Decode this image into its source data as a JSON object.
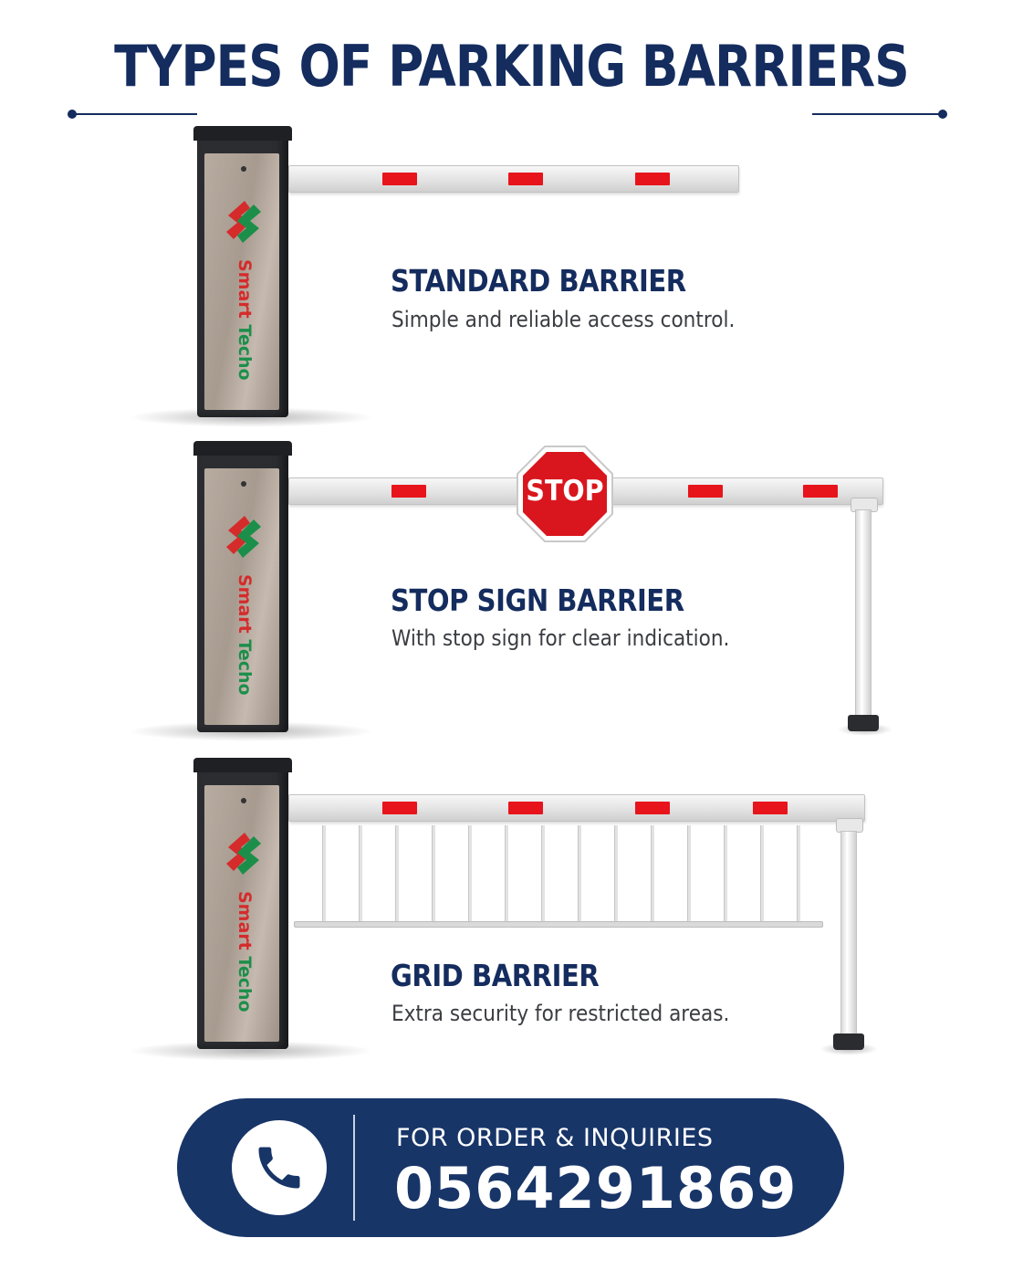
{
  "title": "TYPES OF PARKING BARRIERS",
  "brand": {
    "word1": "Smart",
    "word2": "Techo",
    "red": "#d52b2b",
    "green": "#1b8f4a"
  },
  "barriers": [
    {
      "name": "STANDARD BARRIER",
      "description": "Simple and reliable access control."
    },
    {
      "name": "STOP SIGN BARRIER",
      "description": "With stop sign for clear indication.",
      "sign_text": "STOP"
    },
    {
      "name": "GRID BARRIER",
      "description": "Extra security for restricted areas."
    }
  ],
  "contact": {
    "label": "FOR ORDER & INQUIRIES",
    "phone": "0564291869",
    "icon": "phone-icon"
  },
  "colors": {
    "navy": "#142c5e",
    "reflector": "#e8141b",
    "stop_red": "#d9161d",
    "band": "#183568"
  }
}
